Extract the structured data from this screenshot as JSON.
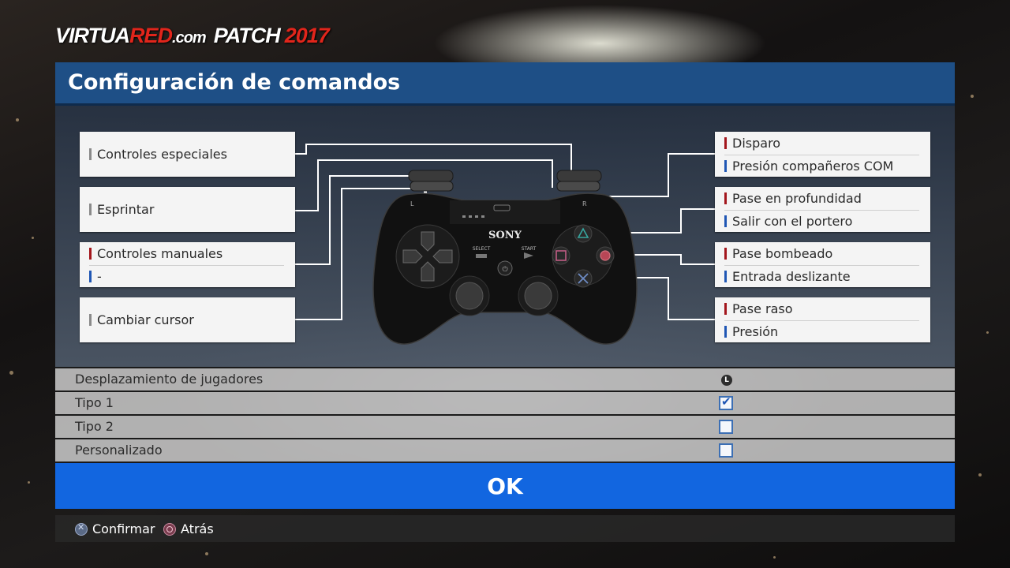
{
  "logo": {
    "part1": "VIRTUA",
    "part2": "RED",
    "part3": ".com",
    "part4": "PATCH",
    "part5": "2017"
  },
  "header": {
    "title": "Configuración de comandos"
  },
  "left_boxes": [
    {
      "lines": [
        "Controles especiales"
      ]
    },
    {
      "lines": [
        "Esprintar"
      ]
    },
    {
      "lines": [
        "Controles manuales",
        "-"
      ]
    },
    {
      "lines": [
        "Cambiar cursor"
      ]
    }
  ],
  "right_boxes": [
    {
      "lines": [
        "Disparo",
        "Presión compañeros COM"
      ]
    },
    {
      "lines": [
        "Pase en profundidad",
        "Salir con el portero"
      ]
    },
    {
      "lines": [
        "Pase bombeado",
        "Entrada deslizante"
      ]
    },
    {
      "lines": [
        "Pase raso",
        "Presión"
      ]
    }
  ],
  "controller": {
    "brand": "SONY",
    "select_label": "SELECT",
    "start_label": "START",
    "l_label": "L",
    "r_label": "R"
  },
  "movement": {
    "header": "Desplazamiento de jugadores",
    "stick_glyph": "L",
    "options": [
      {
        "label": "Tipo 1",
        "checked": true
      },
      {
        "label": "Tipo 2",
        "checked": false
      },
      {
        "label": "Personalizado",
        "checked": false
      }
    ]
  },
  "ok_label": "OK",
  "footer": {
    "confirm": "Confirmar",
    "back": "Atrás"
  },
  "colors": {
    "header": "#1e4f86",
    "ok": "#1266e0",
    "red_marker": "#a3161c",
    "blue_marker": "#1f56b4"
  }
}
